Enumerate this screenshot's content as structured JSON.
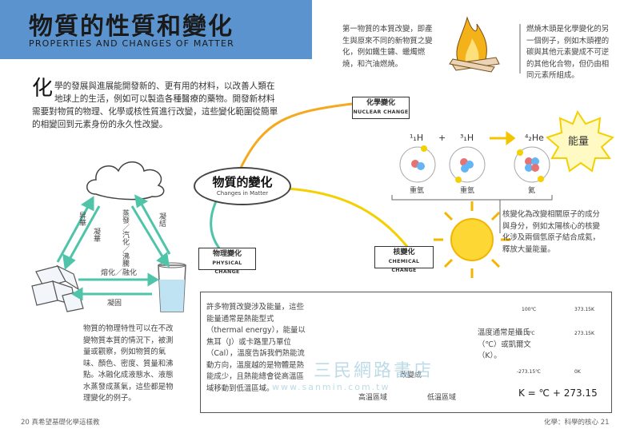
{
  "header": {
    "title_zh": "物質的性質和變化",
    "title_en": "PROPERTIES AND CHANGES OF MATTER"
  },
  "intro": {
    "drop_cap": "化",
    "text": "學的發展與進展能開發新的、更有用的材料，以改善人類在地球上的生活，例如可以製造各種醫療的藥物。開發新材料需要對物質的物理、化學或核性質進行改變，這些變化範圍從簡單的相變回到元素身份的永久性改變。"
  },
  "notes": {
    "chem_new": "第一物質的本質改變，即產生與原來不同的新物質之變化，例如鐵生鏽、蠟燭燃燒，和汽油燃燒。",
    "burning": "燃燒木頭是化學變化的另一個例子，例如木頭裡的碳與其他元素變成不可逆的其他化合物，但仍由相同元素所組成。",
    "nuclear": "核變化為改變相關原子的成分與身分，例如太陽核心的核變化涉及兩個氫原子結合成氦，釋放大量能量。",
    "physical": "物質的物理特性可以在不改變物質本質的情況下，被測量或觀察，例如物質的氣味、顏色、密度、質量和沸點。冰融化成液態水、液態水蒸發成蒸氣，這些都是物理變化的例子。",
    "energy": "許多物質改變涉及能量，這些能量通常是熱能型式（thermal energy），能量以焦耳（J）或卡路里乃單位（Cal），溫度告訴我們熱能流動方向，溫度越的是物體是熱能成少，且熱能總會從高溫區域移動到低溫區域。",
    "temp": "溫度通常是攝氏（℃）或凱爾文（K）。"
  },
  "mindmap": {
    "center_zh": "物質的變化",
    "center_en": "Changes in Matter",
    "chem_zh": "化學變化",
    "chem_en": "NUCLEAR CHANGE",
    "phys_zh": "物理變化",
    "phys_en": "PHYSICAL CHANGE",
    "nuc_zh": "核變化",
    "nuc_en": "CHEMICAL CHANGE"
  },
  "phase": {
    "sublimation": "昇華",
    "deposition": "凝華",
    "evaporation": "蒸發／汽化／沸騰",
    "condensation": "凝結",
    "melting": "熔化／融化",
    "freezing": "凝固"
  },
  "fusion": {
    "h1": "¹₁H",
    "plus": "+",
    "h2": "³₁H",
    "he": "⁴₂He",
    "label1": "重氫",
    "label2": "重氫",
    "label3": "氦",
    "energy": "能量"
  },
  "thermo": {
    "high": "高溫區域",
    "change": "改變成",
    "low": "低溫區域",
    "scale": [
      "100℃",
      "0℃",
      "-273.15℃",
      "373.15K",
      "273.15K",
      "0K"
    ],
    "formula": "K = ℃ + 273.15"
  },
  "watermark": {
    "text": "三民網路書店",
    "url": "www.sanmin.com.tw"
  },
  "footer": {
    "left": "20  真希望基礎化學這樣教",
    "right": "化學：科學的核心  21"
  },
  "colors": {
    "band": "#5b93cf",
    "teal_arrow": "#4fc4a8",
    "yellow": "#f4d000",
    "red_thermo": "#e53935"
  }
}
